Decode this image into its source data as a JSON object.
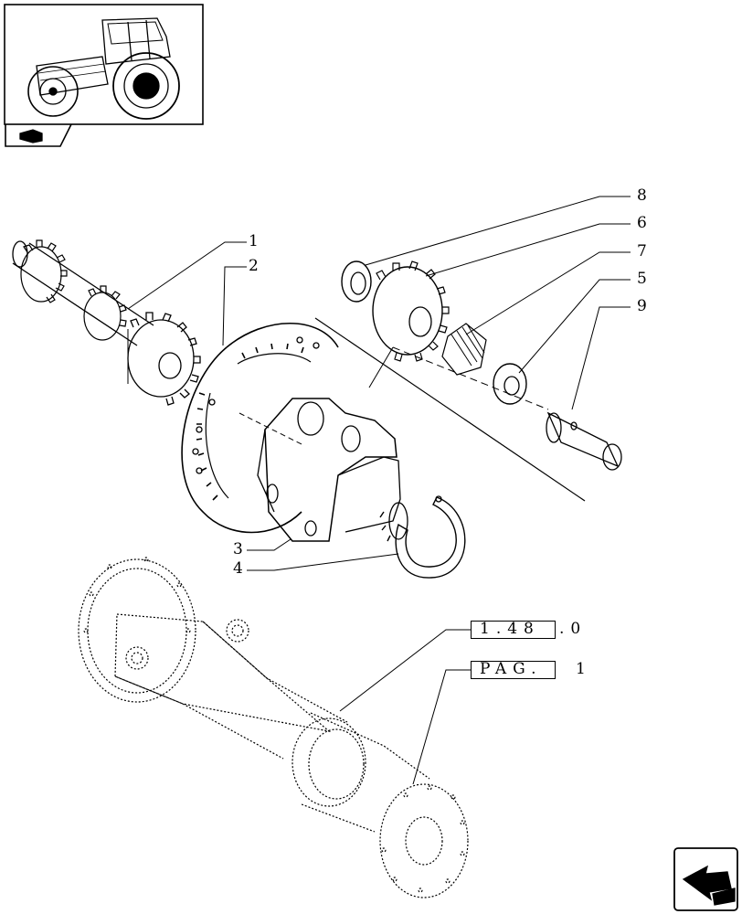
{
  "callouts": {
    "c1": "1",
    "c2": "2",
    "c3": "3",
    "c4": "4",
    "c5": "5",
    "c6": "6",
    "c7": "7",
    "c8": "8",
    "c9": "9"
  },
  "refs": {
    "section_box": "1.48",
    "section_tail": ".0",
    "page_box": "PAG.",
    "page_tail": "1"
  },
  "icons": {
    "thumbnail": "tractor-thumbnail-icon",
    "section": "book-section-icon",
    "navigate": "next-page-arrow-icon"
  },
  "colors": {
    "line": "#000000",
    "background": "#ffffff"
  }
}
